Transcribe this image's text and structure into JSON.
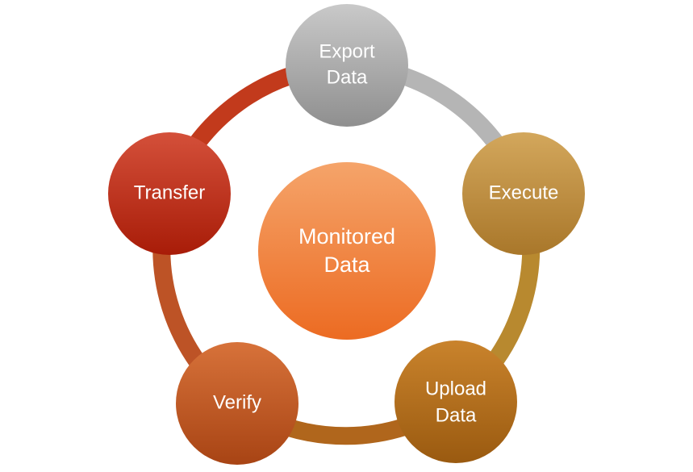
{
  "diagram": {
    "center": {
      "line1": "Monitored",
      "line2": "Data",
      "color_light": "#f5a46a",
      "color_dark": "#ec6b22"
    },
    "nodes": [
      {
        "key": "export-data",
        "line1": "Export",
        "line2": "Data",
        "color_light": "#c9c9c9",
        "color_dark": "#8f8f8f"
      },
      {
        "key": "execute",
        "line1": "Execute",
        "line2": "",
        "color_light": "#d3a75c",
        "color_dark": "#a9772a"
      },
      {
        "key": "upload-data",
        "line1": "Upload",
        "line2": "Data",
        "color_light": "#c9832c",
        "color_dark": "#9a5a10"
      },
      {
        "key": "verify",
        "line1": "Verify",
        "line2": "",
        "color_light": "#d7723a",
        "color_dark": "#a84414"
      },
      {
        "key": "transfer",
        "line1": "Transfer",
        "line2": "",
        "color_light": "#d4503a",
        "color_dark": "#a81c08"
      }
    ],
    "ring_segments": [
      {
        "from": "export-data",
        "to": "execute",
        "color": "#b5b5b5"
      },
      {
        "from": "execute",
        "to": "upload-data",
        "color": "#b8892f"
      },
      {
        "from": "upload-data",
        "to": "verify",
        "color": "#b0661c"
      },
      {
        "from": "verify",
        "to": "transfer",
        "color": "#bd5326"
      },
      {
        "from": "transfer",
        "to": "export-data",
        "color": "#c23a1c"
      }
    ]
  }
}
